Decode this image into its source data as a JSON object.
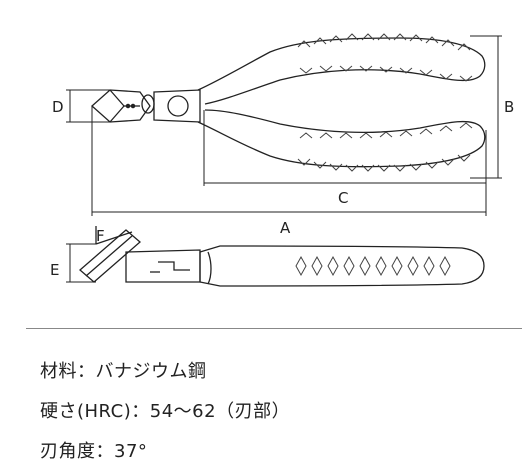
{
  "dimension_labels": {
    "d": "D",
    "b": "B",
    "c": "C",
    "a": "A",
    "f": "F",
    "e": "E"
  },
  "specs": {
    "material": "材料：バナジウム鋼",
    "hardness": "硬さ(HRC)：54～62（刃部）",
    "blade_angle": "刃角度：37°"
  },
  "colors": {
    "line": "#222222",
    "grip": "#555555",
    "divider": "#888888"
  }
}
